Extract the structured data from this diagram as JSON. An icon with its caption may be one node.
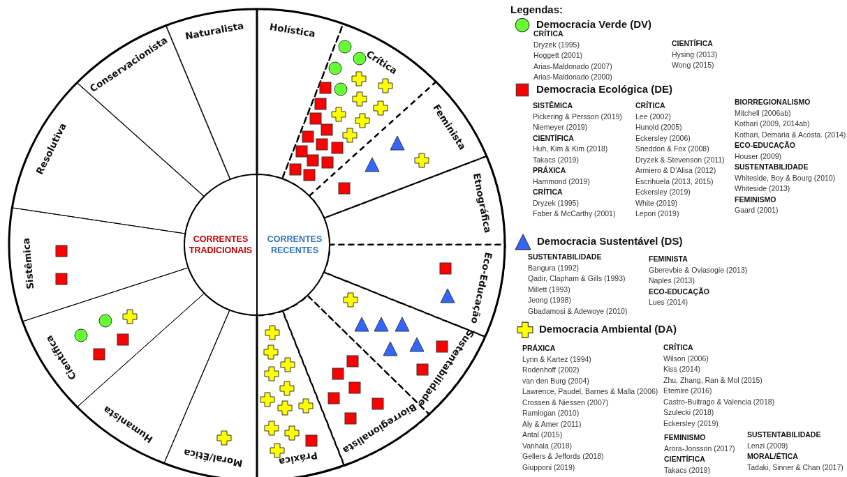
{
  "diagram": {
    "nodes": [
      {
        "text": [
          "CORRENTES TRADICIONAIS"
        ]
      },
      {
        "text": [
          "CORRENTES RECENTES"
        ]
      },
      {
        "text": [
          "Naturalista"
        ]
      },
      {
        "text": [
          "Conservacionista"
        ]
      },
      {
        "text": [
          "Resolutiva"
        ]
      },
      {
        "text": [
          "Sistêmica"
        ]
      },
      {
        "text": [
          "Científica"
        ]
      },
      {
        "text": [
          "Humanista"
        ]
      },
      {
        "text": [
          "Moral/Ética"
        ]
      },
      {
        "text": [
          "Holística"
        ]
      },
      {
        "text": [
          "Crítica"
        ]
      },
      {
        "text": [
          "Feminista"
        ]
      },
      {
        "text": [
          "Etnográfica"
        ]
      },
      {
        "text": [
          "Eco-Educação"
        ]
      },
      {
        "text": [
          "Sustentabilidade"
        ]
      },
      {
        "text": [
          "Biorregionalista"
        ]
      },
      {
        "text": [
          "Práxica"
        ]
      },
      {
        "text": [],
        "shape": "box",
        "in": 5
      },
      {
        "text": [],
        "shape": "box",
        "in": 5
      },
      {
        "text": [],
        "shape": "circle",
        "in": 6
      },
      {
        "text": [],
        "shape": "circle",
        "in": 6
      },
      {
        "text": [],
        "shape": "cross",
        "in": 6
      },
      {
        "text": [],
        "shape": "box",
        "in": 6
      },
      {
        "text": [],
        "shape": "box",
        "in": 6
      },
      {
        "text": [],
        "shape": "cross",
        "in": 8
      },
      {
        "text": [],
        "shape": "circle",
        "in": 10
      },
      {
        "text": [],
        "shape": "circle",
        "in": 10
      },
      {
        "text": [],
        "shape": "circle",
        "in": 10
      },
      {
        "text": [],
        "shape": "circle",
        "in": 10
      },
      {
        "text": [],
        "shape": "cross",
        "in": 10
      },
      {
        "text": [],
        "shape": "cross",
        "in": 10
      },
      {
        "text": [],
        "shape": "cross",
        "in": 10
      },
      {
        "text": [],
        "shape": "cross",
        "in": 10
      },
      {
        "text": [],
        "shape": "cross",
        "in": 10
      },
      {
        "text": [],
        "shape": "cross",
        "in": 10
      },
      {
        "text": [],
        "shape": "cross",
        "in": 10
      },
      {
        "text": [],
        "shape": "box",
        "in": 10
      },
      {
        "text": [],
        "shape": "box",
        "in": 10
      },
      {
        "text": [],
        "shape": "box",
        "in": 10
      },
      {
        "text": [],
        "shape": "box",
        "in": 10
      },
      {
        "text": [],
        "shape": "box",
        "in": 10
      },
      {
        "text": [],
        "shape": "box",
        "in": 10
      },
      {
        "text": [],
        "shape": "box",
        "in": 10
      },
      {
        "text": [],
        "shape": "box",
        "in": 10
      },
      {
        "text": [],
        "shape": "box",
        "in": 10
      },
      {
        "text": [],
        "shape": "box",
        "in": 10
      },
      {
        "text": [],
        "shape": "box",
        "in": 10
      },
      {
        "text": [],
        "shape": "box",
        "in": 10
      },
      {
        "text": [],
        "shape": "triangle",
        "in": 11
      },
      {
        "text": [],
        "shape": "triangle",
        "in": 11
      },
      {
        "text": [],
        "shape": "cross",
        "in": 11
      },
      {
        "text": [],
        "shape": "box",
        "in": 11
      },
      {
        "text": [],
        "shape": "box",
        "in": 13
      },
      {
        "text": [],
        "shape": "triangle",
        "in": 13
      },
      {
        "text": [],
        "shape": "cross",
        "in": 14
      },
      {
        "text": [],
        "shape": "triangle",
        "in": 14
      },
      {
        "text": [],
        "shape": "triangle",
        "in": 14
      },
      {
        "text": [],
        "shape": "triangle",
        "in": 14
      },
      {
        "text": [],
        "shape": "triangle",
        "in": 14
      },
      {
        "text": [],
        "shape": "triangle",
        "in": 14
      },
      {
        "text": [],
        "shape": "box",
        "in": 14
      },
      {
        "text": [],
        "shape": "box",
        "in": 14
      },
      {
        "text": [],
        "shape": "box",
        "in": 15
      },
      {
        "text": [],
        "shape": "box",
        "in": 15
      },
      {
        "text": [],
        "shape": "box",
        "in": 15
      },
      {
        "text": [],
        "shape": "box",
        "in": 15
      },
      {
        "text": [],
        "shape": "box",
        "in": 15
      },
      {
        "text": [],
        "shape": "box",
        "in": 15
      },
      {
        "text": [],
        "shape": "cross",
        "in": 16
      },
      {
        "text": [],
        "shape": "cross",
        "in": 16
      },
      {
        "text": [],
        "shape": "cross",
        "in": 16
      },
      {
        "text": [],
        "shape": "cross",
        "in": 16
      },
      {
        "text": [],
        "shape": "cross",
        "in": 16
      },
      {
        "text": [],
        "shape": "cross",
        "in": 16
      },
      {
        "text": [],
        "shape": "cross",
        "in": 16
      },
      {
        "text": [],
        "shape": "cross",
        "in": 16
      },
      {
        "text": [],
        "shape": "cross",
        "in": 16
      },
      {
        "text": [],
        "shape": "cross",
        "in": 16
      },
      {
        "text": [],
        "shape": "cross",
        "in": 16
      },
      {
        "text": [],
        "shape": "box",
        "in": 16
      }
    ],
    "labels": [
      "Legendas:",
      "CRÍTICA",
      "Dryzek (1995)",
      "Hoggett (2001)",
      "Arias-Maldonado (2007)",
      "Arias-Maldonado (2000)",
      "CIENTÍFICA",
      "Hysing (2013)",
      "Wong (2015)",
      "SISTÊMICA",
      "Pickering & Persson (2019)",
      "Niemeyer (2019)",
      "CIENTÍFICA",
      "Huh, Kim & Kim (2018)",
      "Takacs (2019)",
      "PRÁXICA",
      "Hammond (2019)",
      "CRÍTICA",
      "Dryzek (1995)",
      "Faber & McCarthy (2001)",
      "CRÍTICA",
      "Lee (2002)",
      "Hunold (2005)",
      "Eckersley (2006)",
      "Sneddon & Fox (2008)",
      "Dryzek & Stevenson (2011)",
      "Armiero & D'Alisa (2012)",
      "Escrihuela (2013, 2015)",
      "Eckersley (2019)",
      "White (2019)",
      "Lepori (2019)",
      "BIORREGIONALISMO",
      "Mitchell (2006ab)",
      "Kothari (2009, 2014ab)",
      "Kothari, Demaria & Acosta. (2014)",
      "ECO-EDUCAÇÃO",
      "Houser (2009)",
      "SUSTENTABILIDADE",
      "Whiteside, Boy & Bourg (2010)",
      "Whiteside (2013)",
      "FEMINISMO",
      "Gaard (2001)",
      "SUSTENTABILIDADE",
      "Bangura (1992)",
      "Qadir, Clapham & Gills (1993)",
      "Millett (1993)",
      "Jeong (1998)",
      "Gbadamosi & Adewoye (2010)",
      "FEMINISTA",
      "Gberevbie & Oviasogie (2013)",
      "Naples (2013)",
      "ECO-EDUCAÇÃO",
      "Lues (2014)",
      "PRÁXICA",
      "Lynn & Kartez (1994)",
      "Rodenhoff (2002)",
      "van den Burg (2004)",
      "Lawrence, Paudel, Barnes & Malla (2006)",
      "Crossen & Niessen (2007)",
      "Ramlogan (2010)",
      "Aly & Amer (2011)",
      "Antal (2015)",
      "Vanhala (2018)",
      "Gellers & Jeffords (2018)",
      "Giupponi (2019)",
      "CRÍTICA",
      "Wilson (2006)",
      "Kiss (2014)",
      "Zhu, Zhang, Ran & Mol (2015)",
      "Etemire (2016)",
      "Castro-Buitrago & Valencia (2018)",
      "Szulecki (2018)",
      "Eckersley (2019)",
      "FEMINISMO",
      "Arora-Jonsson (2017)",
      "CIENTÍFICA",
      "Takacs (2019)",
      "SUSTENTABILIDADE",
      "Lenzi (2009)",
      "MORAL/ÉTICA",
      "Tadaki, Sinner & Chan (2017)"
    ],
    "legend": [
      {
        "text": "Democracia Verde (DV)",
        "color": "#66ff33"
      },
      {
        "text": "Democracia Ecológica (DE)",
        "color": "#ff0000"
      },
      {
        "text": "Democracia Sustentável (DS)",
        "color": "#3366ff"
      },
      {
        "text": "Democracia Ambiental (DA)",
        "color": "#ffff00"
      }
    ]
  }
}
